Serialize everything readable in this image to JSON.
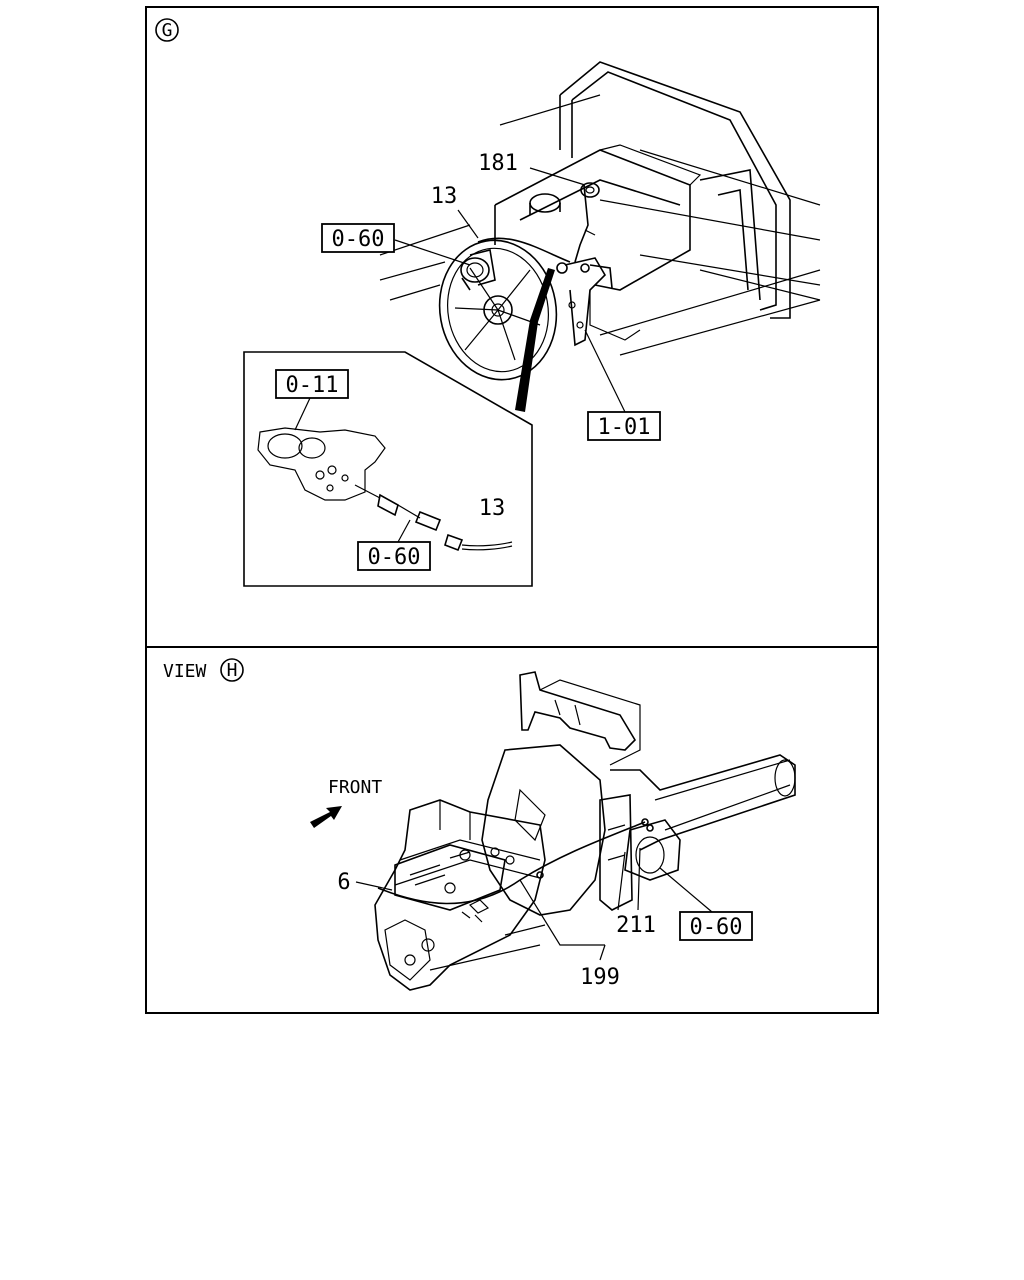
{
  "panel_g": {
    "marker": "G",
    "labels": {
      "l181": "181",
      "l13_top": "13",
      "l0_60_top": "0-60",
      "l1_01": "1-01",
      "l0_11": "0-11",
      "l13_inset": "13",
      "l0_60_inset": "0-60"
    }
  },
  "panel_h": {
    "view_text": "VIEW",
    "marker": "H",
    "front_text": "FRONT",
    "labels": {
      "l6": "6",
      "l211": "211",
      "l0_60": "0-60",
      "l199": "199"
    }
  }
}
